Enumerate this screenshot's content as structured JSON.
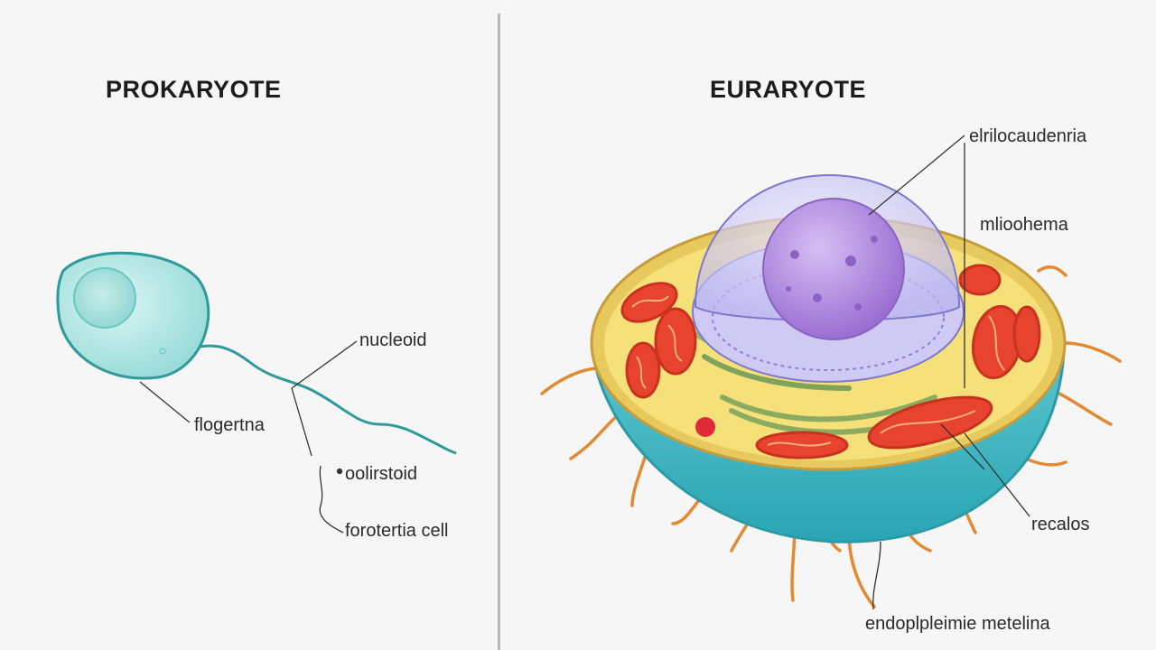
{
  "prokaryote": {
    "title": "PROKARYOTE",
    "labels": {
      "nucleoid": "nucleoid",
      "flagellum": "flogertna",
      "plasmid": "oolirstoid",
      "cell": "forotertia cell"
    }
  },
  "eukaryote": {
    "title": "EURARYOTE",
    "labels": {
      "top": "elrilocaudenria",
      "mito": "mlioohema",
      "ribo": "recalos",
      "er": "endoplpleimie metelina"
    }
  },
  "colors": {
    "background": "#f6f6f6",
    "divider": "#b9b9b9",
    "prokaryote_cell": "#bfe9e6",
    "prokaryote_outline": "#2e9a9a",
    "cytoplasm": "#f2d85a",
    "nucleus": "#b690e0",
    "nuclear_envelope": "#c9c5f2",
    "mitochondria": "#e8432e",
    "membrane": "#3fb6c4",
    "cilia": "#e08a34"
  }
}
